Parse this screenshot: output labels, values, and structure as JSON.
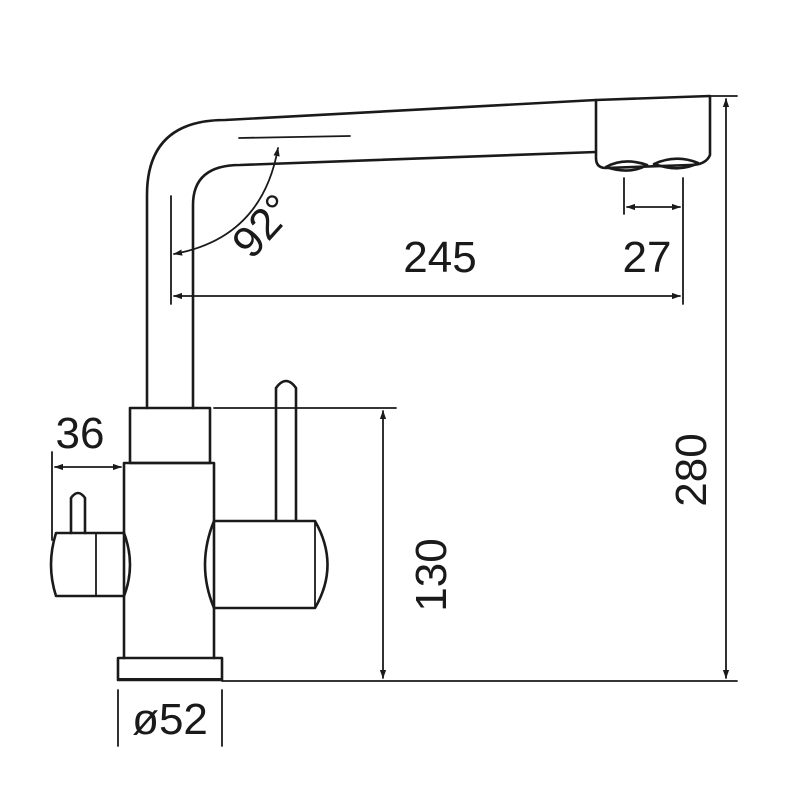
{
  "diagram": {
    "line_color": "#1a1a1a",
    "background": "#ffffff",
    "dimensions": {
      "spout_angle": "92°",
      "spout_reach": "245",
      "outlet_spacing": "27",
      "total_height": "280",
      "body_height": "130",
      "side_handle_offset": "36",
      "base_diameter": "ø52"
    }
  }
}
